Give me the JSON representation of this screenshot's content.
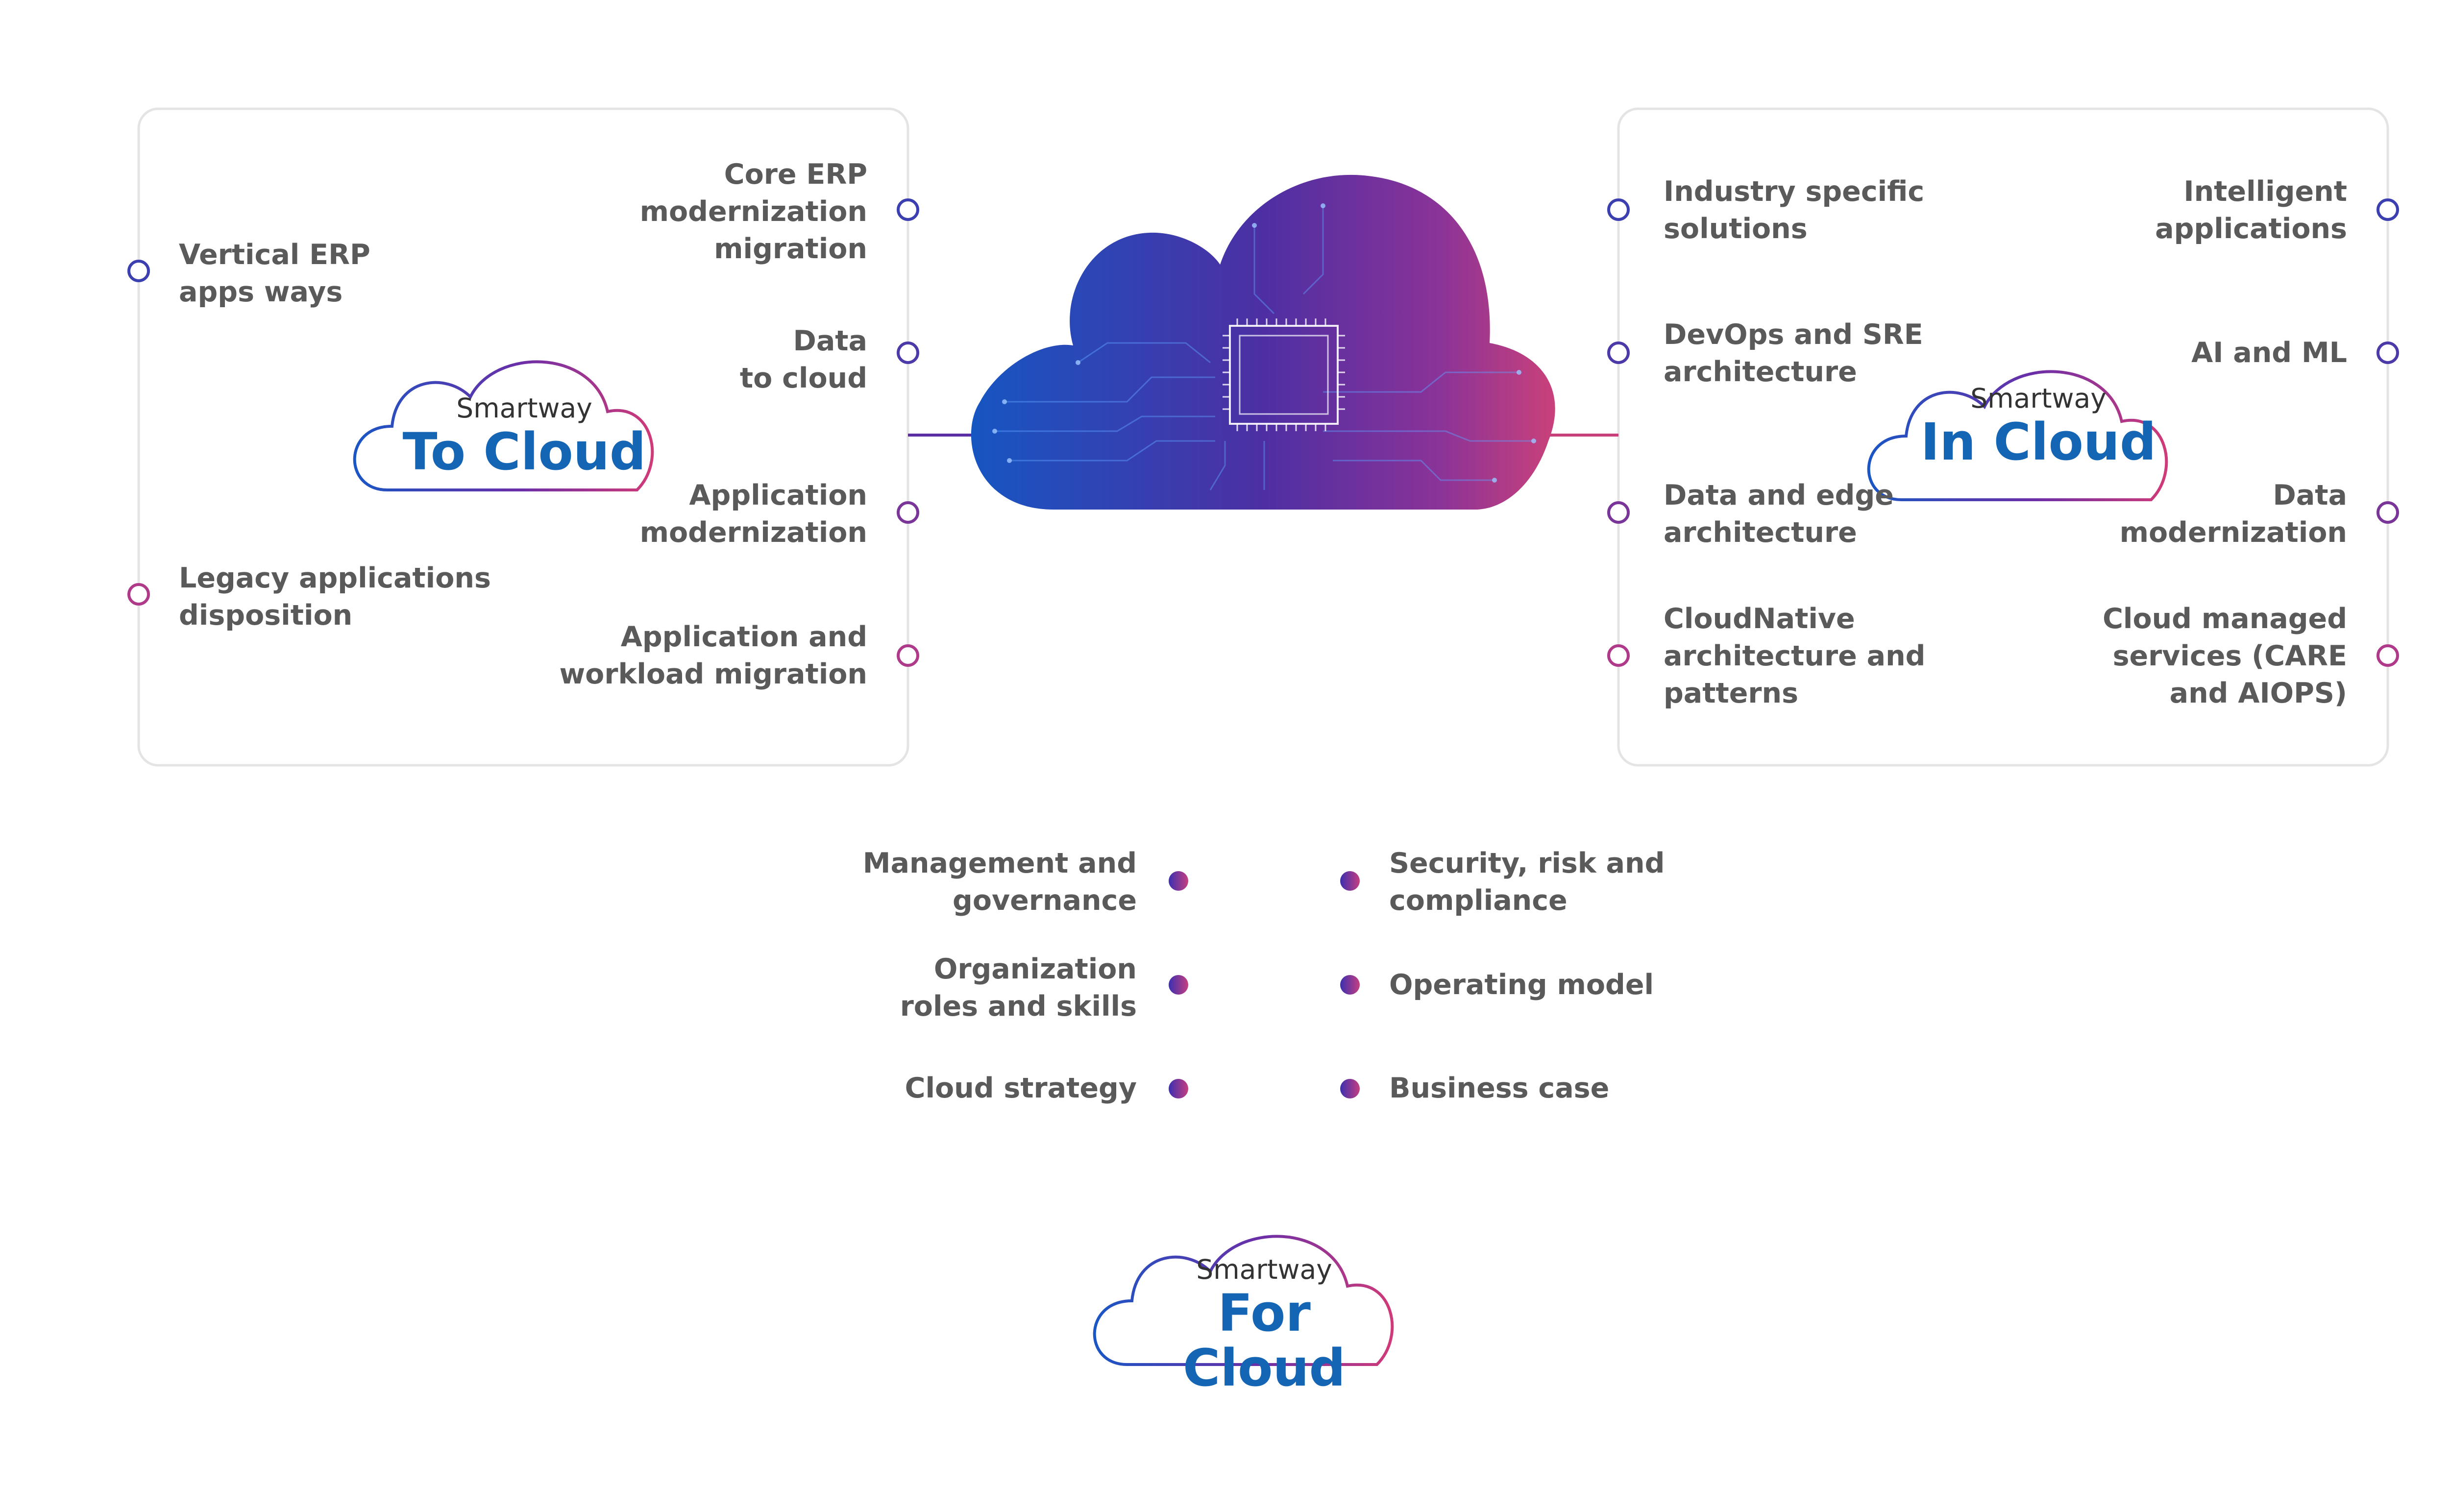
{
  "colors": {
    "blue": "#1a56c4",
    "purple": "#5b2ea6",
    "pink": "#d03a78",
    "text": "#5a5a5a",
    "accent": "#1565b5"
  },
  "to_cloud": {
    "prefix": "Smartway",
    "title": "To Cloud",
    "left_items": [
      "Vertical ERP\napps ways",
      "Legacy applications\ndisposition"
    ],
    "right_items": [
      "Core ERP\nmodernization\nmigration",
      "Data\nto cloud",
      "Application\nmodernization",
      "Application and\nworkload migration"
    ]
  },
  "in_cloud": {
    "prefix": "Smartway",
    "title": "In Cloud",
    "left_items": [
      "Industry specific\nsolutions",
      "DevOps and SRE\narchitecture",
      "Data and edge\narchitecture",
      "CloudNative\narchitecture and\npatterns"
    ],
    "right_items": [
      "Intelligent\napplications",
      "AI and ML",
      "Data\nmodernization",
      "Cloud managed\nservices (CARE\nand AIOPS)"
    ]
  },
  "for_cloud": {
    "prefix": "Smartway",
    "title": "For Cloud",
    "left_items": [
      "Management and\ngovernance",
      "Organization\nroles and skills",
      "Cloud strategy"
    ],
    "right_items": [
      "Security, risk and\ncompliance",
      "Operating model",
      "Business case"
    ]
  }
}
